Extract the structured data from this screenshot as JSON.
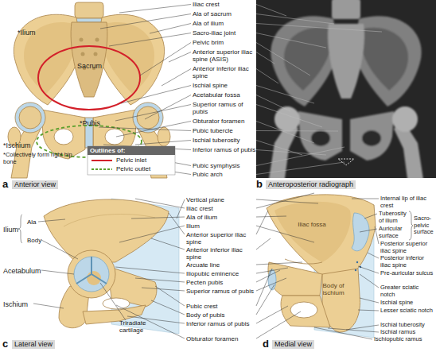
{
  "diagram": {
    "labels": [
      "*Ilium",
      "Sacrum",
      "*Pubis",
      "*Ischium",
      "*Collectively form right hip bone",
      "Outlines of:",
      "a",
      "Anterior view",
      "Iliac crest",
      "Ala of sacrum",
      "Ala of ilium",
      "Sacro-iliac joint",
      "Pelvic brim",
      "Anterior superior iliac spine (ASIS)",
      "Anterior inferior iliac spine",
      "Ischial spine",
      "Acetabular fossa",
      "Superior ramus of pubis",
      "Obturator foramen",
      "Pubic tubercle",
      "Ischial tuberosity",
      "Inferior ramus of pubis",
      "Pubic symphysis",
      "Pubic arch",
      "b",
      "Anteroposterior radiograph",
      "Ilium",
      "Ala",
      "Body",
      "Acetabulum",
      "Ischium",
      "Triradiate cartilage",
      "c",
      "Lateral view",
      "Vertical plane",
      "Iliac crest",
      "Ala of ilium",
      "Ilium",
      "Anterior superior iliac spine",
      "Anterior inferior iliac spine",
      "Arcuate line",
      "Iliopubic eminence",
      "Pecten pubis",
      "Superior ramus of pubis",
      "Pubic crest",
      "Body of pubis",
      "Inferior ramus of pubis",
      "Obturator foramen",
      "Iliac fossa",
      "Body of ischium",
      "Internal lip of iliac crest",
      "Tuberosity of ilium",
      "Auricular surface",
      "Sacro-pelvic surface",
      "Posterior superior iliac spine",
      "Posterior inferior iliac spine",
      "Pre-auricular sulcus",
      "Greater sciatic notch",
      "Ischial spine",
      "Lesser sciatic notch",
      "Ischial tuberosity",
      "Ischial ramus",
      "Ischiopubic ramus",
      "d",
      "Medial view"
    ],
    "legend": [
      {
        "text": "Pelvic inlet"
      },
      {
        "text": "Pelvic outlet"
      }
    ]
  }
}
